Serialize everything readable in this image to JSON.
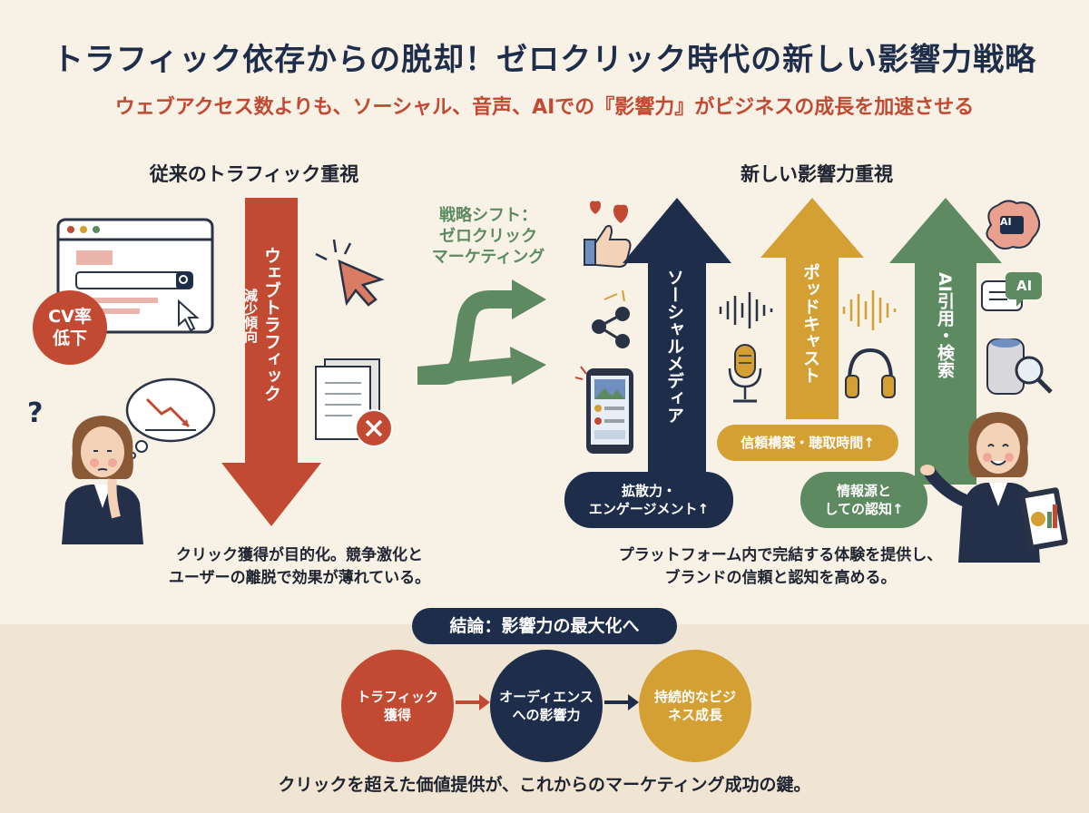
{
  "header": {
    "title": "トラフィック依存からの脱却！ゼロクリック時代の新しい影響力戦略",
    "subtitle": "ウェブアクセス数よりも、ソーシャル、音声、AIでの『影響力』がビジネスの成長を加速させる"
  },
  "left": {
    "heading": "従来のトラフィック重視",
    "badge": "CV率 低下",
    "arrow_label": "ウェブトラフィック",
    "arrow_sublabel": "減少傾向",
    "caption_line1": "クリック獲得が目的化。競争激化と",
    "caption_line2": "ユーザーの離脱で効果が薄れている。"
  },
  "shift": {
    "line1": "戦略シフト：",
    "line2": "ゼロクリック",
    "line3": "マーケティング"
  },
  "right": {
    "heading": "新しい影響力重視",
    "social_label": "ソーシャルメディア",
    "social_pill_line1": "拡散力・",
    "social_pill_line2": "エンゲージメント↑",
    "podcast_label": "ポッドキャスト",
    "podcast_pill": "信頼構築・聴取時間↑",
    "ai_label": "AI引用・検索",
    "ai_pill_line1": "情報源と",
    "ai_pill_line2": "しての認知↑",
    "ai_icon_text": "AI",
    "caption_line1": "プラットフォーム内で完結する体験を提供し、",
    "caption_line2": "ブランドの信頼と認知を高める。"
  },
  "conclusion": {
    "heading": "結論：影響力の最大化へ",
    "step1": "トラフィック獲得",
    "step2": "オーディエンスへの影響力",
    "step3": "持続的なビジネス成長",
    "footer": "クリックを超えた価値提供が、これからのマーケティング成功の鍵。"
  },
  "colors": {
    "red": "#c24a32",
    "navy": "#1e2d4a",
    "mustard": "#d4a033",
    "green": "#5e8a62",
    "cream": "#f7f1e6"
  }
}
